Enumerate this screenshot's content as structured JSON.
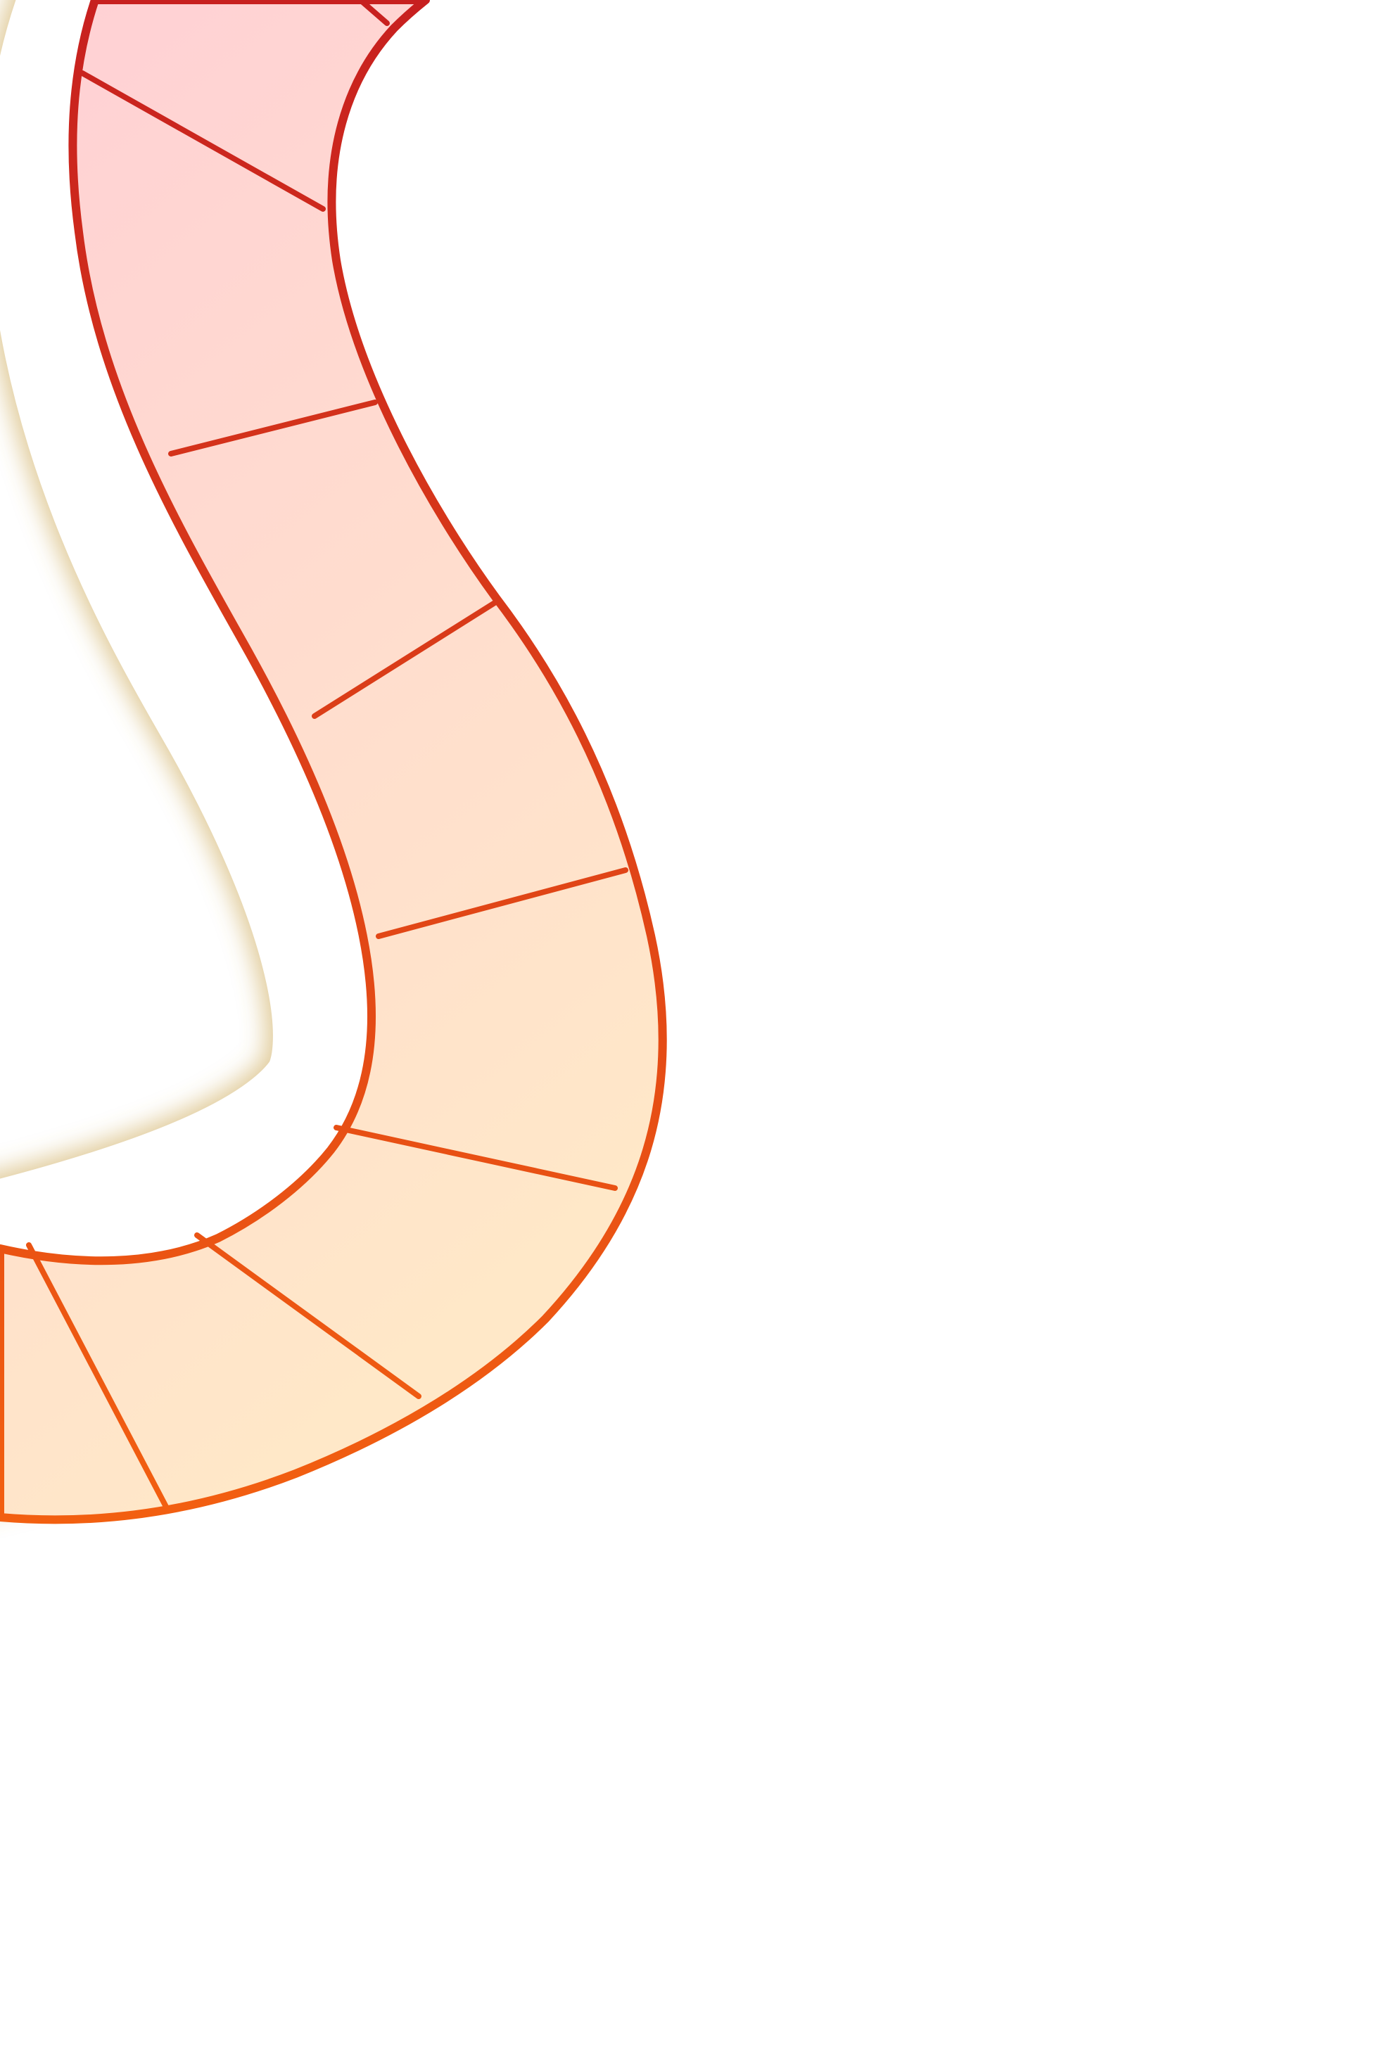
{
  "board": {
    "piece": "curved-track-segment",
    "space_count": 10,
    "colors": {
      "background": "#ffffff",
      "fill_top": "#ffd0d5",
      "fill_bottom": "#ffe8c8",
      "stroke_top": "#c7201f",
      "stroke_bottom": "#f46210",
      "outline": "#ffffff",
      "glow": "#c9a24a"
    },
    "spaces": [
      {
        "name": "space-1"
      },
      {
        "name": "space-2"
      },
      {
        "name": "space-3"
      },
      {
        "name": "space-4"
      },
      {
        "name": "space-5"
      },
      {
        "name": "space-6"
      },
      {
        "name": "space-7"
      },
      {
        "name": "space-8"
      },
      {
        "name": "space-9"
      },
      {
        "name": "space-10"
      }
    ]
  }
}
